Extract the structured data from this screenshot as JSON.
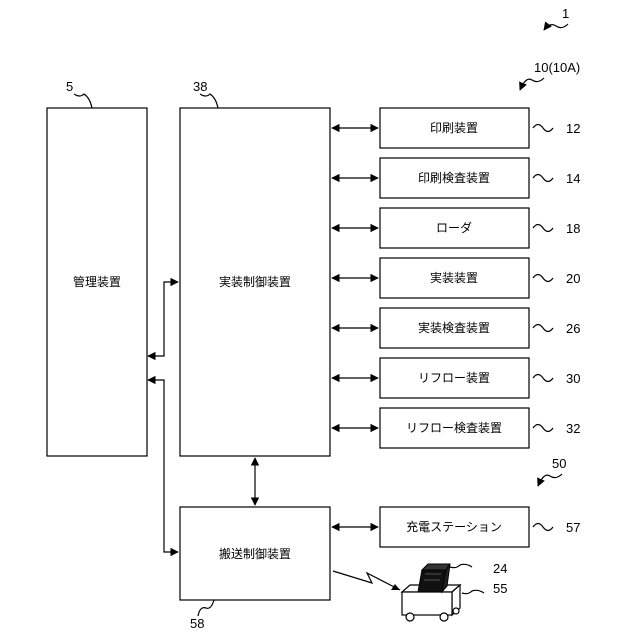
{
  "system_ref": "1",
  "line_ref": "10(10A)",
  "management": {
    "label": "管理装置",
    "ref": "5"
  },
  "mount_control": {
    "label": "実装制御装置",
    "ref": "38"
  },
  "devices": [
    {
      "label": "印刷装置",
      "ref": "12"
    },
    {
      "label": "印刷検査装置",
      "ref": "14"
    },
    {
      "label": "ローダ",
      "ref": "18"
    },
    {
      "label": "実装装置",
      "ref": "20"
    },
    {
      "label": "実装検査装置",
      "ref": "26"
    },
    {
      "label": "リフロー装置",
      "ref": "30"
    },
    {
      "label": "リフロー検査装置",
      "ref": "32"
    }
  ],
  "transport_ref_group": "50",
  "transport_control": {
    "label": "搬送制御装置",
    "ref": "58"
  },
  "charging_station": {
    "label": "充電ステーション",
    "ref": "57"
  },
  "vehicle_refs": {
    "load": "24",
    "vehicle": "55"
  }
}
